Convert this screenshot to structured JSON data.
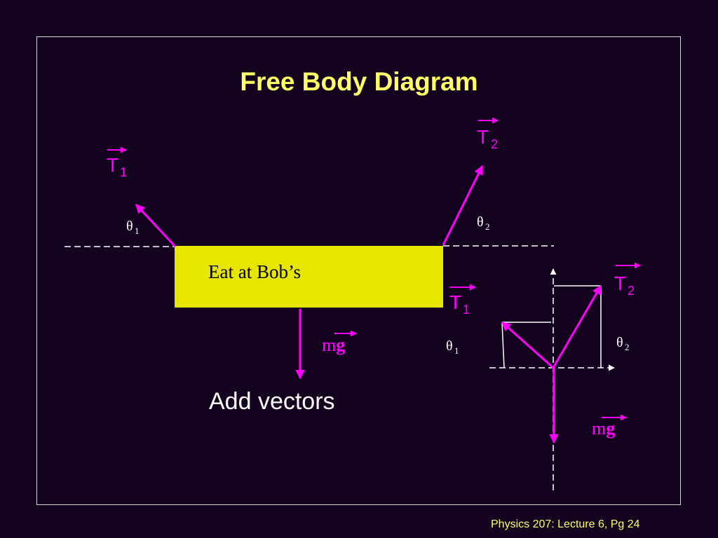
{
  "slide": {
    "title": "Free Body Diagram",
    "sign_text": "Eat at Bob’s",
    "note": "Add vectors",
    "footer": "Physics 207: Lecture 6, Pg 24"
  },
  "labels": {
    "tension_symbol": "T",
    "tension_1_sub": "1",
    "tension_2_sub": "2",
    "theta_symbol": "θ",
    "theta_1_sub": "1",
    "theta_2_sub": "2",
    "weight_m": "m",
    "weight_g": "g"
  },
  "colors": {
    "background": "#14031e",
    "vector": "#ff00ff",
    "title": "#ffff66",
    "sign": "#e6e600",
    "guide_lines": "#ffffff"
  }
}
